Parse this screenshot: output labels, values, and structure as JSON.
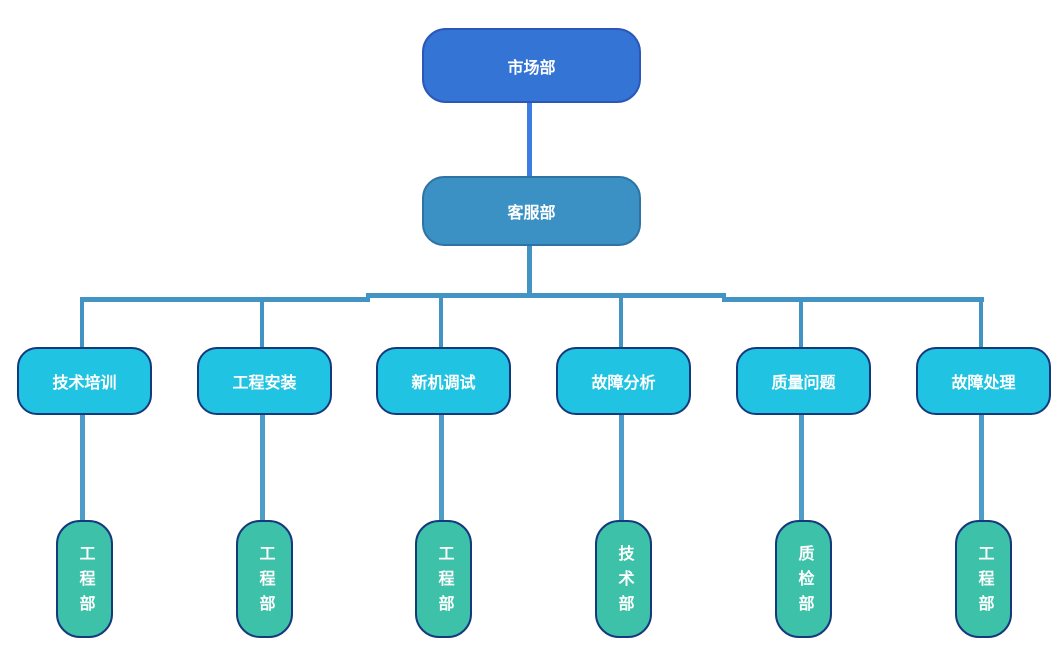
{
  "diagram": {
    "type": "org-chart",
    "root": {
      "label": "市场部"
    },
    "manager": {
      "label": "客服部"
    },
    "branches": [
      {
        "function": "技术培训",
        "department": "工程部"
      },
      {
        "function": "工程安装",
        "department": "工程部"
      },
      {
        "function": "新机调试",
        "department": "工程部"
      },
      {
        "function": "故障分析",
        "department": "技术部"
      },
      {
        "function": "质量问题",
        "department": "质检部"
      },
      {
        "function": "故障处理",
        "department": "工程部"
      }
    ],
    "colors": {
      "root_fill": "#3474d4",
      "manager_fill": "#3b90c4",
      "function_fill": "#20c4e2",
      "department_fill": "#3dc1a9",
      "connector": "#4294c4",
      "root_connector": "#3b7de2",
      "shadow": "#000000",
      "text": "#ffffff"
    }
  }
}
